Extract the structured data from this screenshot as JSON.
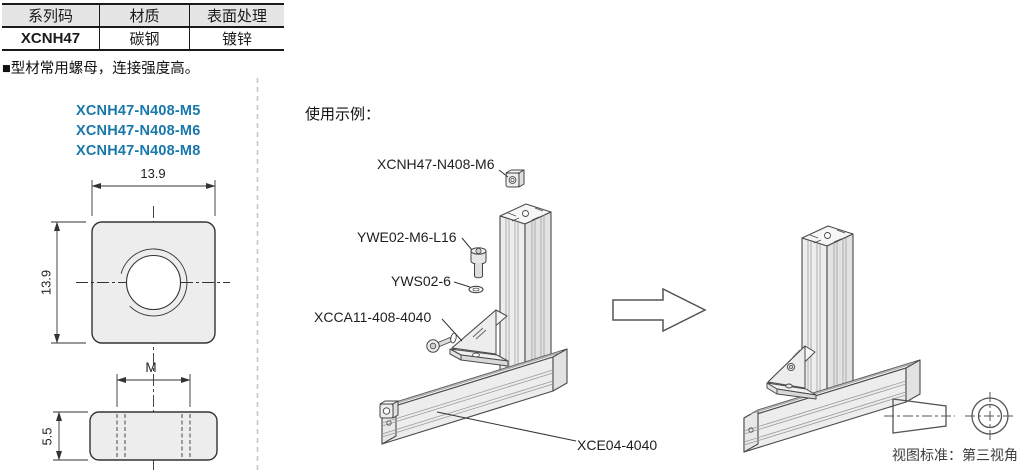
{
  "table": {
    "headers": [
      "系列码",
      "材质",
      "表面处理"
    ],
    "row": [
      "XCNH47",
      "碳钢",
      "镀锌"
    ]
  },
  "note": "■型材常用螺母，连接强度高。",
  "part_numbers": [
    "XCNH47-N408-M5",
    "XCNH47-N408-M6",
    "XCNH47-N408-M8"
  ],
  "drawing": {
    "dim_width": "13.9",
    "dim_height": "13.9",
    "dim_thread": "M",
    "dim_thickness": "5.5"
  },
  "usage": {
    "title": "使用示例：",
    "labels": {
      "nut": "XCNH47-N408-M6",
      "screw": "YWE02-M6-L16",
      "washer": "YWS02-6",
      "bracket": "XCCA11-408-4040",
      "profile": "XCE04-4040"
    }
  },
  "projection_note": "视图标准：第三视角",
  "colors": {
    "accent_blue": "#1878ab",
    "table_header_bg": "#e5e5e5",
    "drawing_fill": "#ededed",
    "line": "#4a4a4a"
  },
  "icons": {
    "nut_icon": "square-nut",
    "screw_icon": "socket-head-screw",
    "washer_icon": "spring-washer",
    "bracket_icon": "corner-bracket",
    "bracket_screw_icon": "screw-with-washer",
    "end_nut_icon": "square-nut",
    "arrow_icon": "assembly-direction-arrow",
    "projection_icon": "third-angle-projection"
  }
}
